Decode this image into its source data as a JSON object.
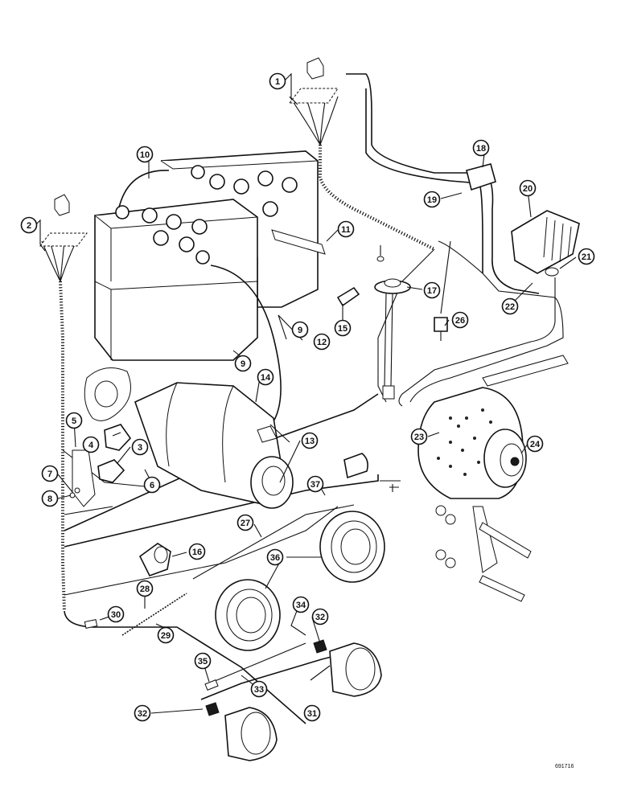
{
  "callouts": [
    {
      "id": "1",
      "label": "1"
    },
    {
      "id": "2",
      "label": "2"
    },
    {
      "id": "3",
      "label": "3"
    },
    {
      "id": "4",
      "label": "4"
    },
    {
      "id": "5",
      "label": "5"
    },
    {
      "id": "6",
      "label": "6"
    },
    {
      "id": "7",
      "label": "7"
    },
    {
      "id": "8",
      "label": "8"
    },
    {
      "id": "9a",
      "label": "9"
    },
    {
      "id": "9b",
      "label": "9"
    },
    {
      "id": "10",
      "label": "10"
    },
    {
      "id": "11",
      "label": "11"
    },
    {
      "id": "12",
      "label": "12"
    },
    {
      "id": "13",
      "label": "13"
    },
    {
      "id": "14",
      "label": "14"
    },
    {
      "id": "15",
      "label": "15"
    },
    {
      "id": "16",
      "label": "16"
    },
    {
      "id": "17",
      "label": "17"
    },
    {
      "id": "18",
      "label": "18"
    },
    {
      "id": "19",
      "label": "19"
    },
    {
      "id": "20",
      "label": "20"
    },
    {
      "id": "21",
      "label": "21"
    },
    {
      "id": "22",
      "label": "22"
    },
    {
      "id": "23",
      "label": "23"
    },
    {
      "id": "24",
      "label": "24"
    },
    {
      "id": "26",
      "label": "26"
    },
    {
      "id": "27",
      "label": "27"
    },
    {
      "id": "28",
      "label": "28"
    },
    {
      "id": "29",
      "label": "29"
    },
    {
      "id": "30",
      "label": "30"
    },
    {
      "id": "31",
      "label": "31"
    },
    {
      "id": "32a",
      "label": "32"
    },
    {
      "id": "32b",
      "label": "32"
    },
    {
      "id": "33",
      "label": "33"
    },
    {
      "id": "34",
      "label": "34"
    },
    {
      "id": "35",
      "label": "35"
    },
    {
      "id": "36",
      "label": "36"
    },
    {
      "id": "37",
      "label": "37"
    }
  ],
  "drawing_number": "691716"
}
